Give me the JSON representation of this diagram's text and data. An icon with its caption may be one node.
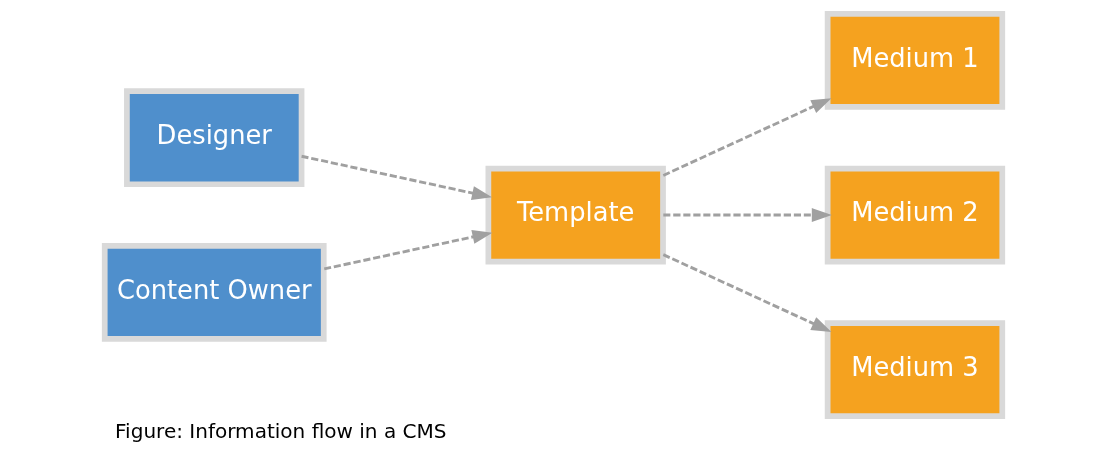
{
  "diagram": {
    "caption": "Figure: Information flow in a CMS",
    "nodes": [
      {
        "text": [
          "Designer"
        ]
      },
      {
        "text": [
          "Content Owner"
        ]
      },
      {
        "text": [
          "Template"
        ]
      },
      {
        "text": [
          "Medium 1"
        ]
      },
      {
        "text": [
          "Medium 2"
        ]
      },
      {
        "text": [
          "Medium 3"
        ]
      }
    ],
    "edges": [
      {
        "from": 0,
        "to": 2,
        "arrow": "to",
        "style": "dashed"
      },
      {
        "from": 1,
        "to": 2,
        "arrow": "to",
        "style": "dashed"
      },
      {
        "from": 2,
        "to": 3,
        "arrow": "to",
        "style": "dashed"
      },
      {
        "from": 2,
        "to": 4,
        "arrow": "to",
        "style": "dashed"
      },
      {
        "from": 2,
        "to": 5,
        "arrow": "to",
        "style": "dashed"
      }
    ]
  }
}
